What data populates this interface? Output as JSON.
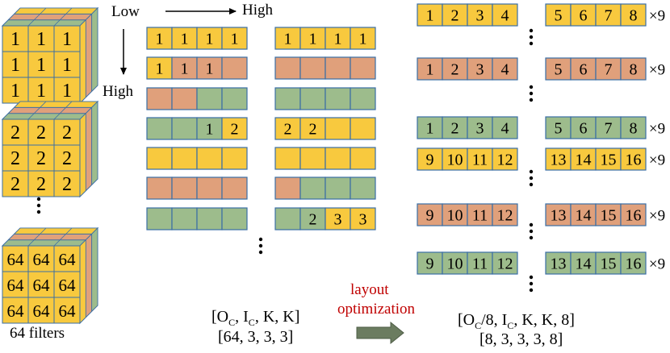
{
  "colors": {
    "yellow": "#f8c93e",
    "orange": "#e0a07b",
    "green": "#9dbc8c",
    "border": "#3a6ea5",
    "arrow": "#6b7c60",
    "red_text": "#c00000"
  },
  "labels": {
    "low": "Low",
    "high_right": "High",
    "high_down": "High",
    "filters": "64 filters",
    "layout_line1": "layout",
    "layout_line2": "optimization",
    "times9": "×9"
  },
  "cubes": [
    {
      "value": "1"
    },
    {
      "value": "2"
    },
    {
      "value": "64"
    }
  ],
  "middle_rows": [
    {
      "cells": [
        [
          "yellow",
          "1"
        ],
        [
          "yellow",
          "1"
        ],
        [
          "yellow",
          "1"
        ],
        [
          "yellow",
          "1"
        ],
        [
          "yellow",
          "1"
        ],
        [
          "yellow",
          "1"
        ],
        [
          "yellow",
          "1"
        ],
        [
          "yellow",
          "1"
        ]
      ]
    },
    {
      "cells": [
        [
          "yellow",
          "1"
        ],
        [
          "orange",
          "1"
        ],
        [
          "orange",
          "1"
        ],
        [
          "orange",
          ""
        ],
        [
          "orange",
          ""
        ],
        [
          "orange",
          ""
        ],
        [
          "orange",
          ""
        ],
        [
          "orange",
          ""
        ]
      ]
    },
    {
      "cells": [
        [
          "orange",
          ""
        ],
        [
          "orange",
          ""
        ],
        [
          "green",
          ""
        ],
        [
          "green",
          ""
        ],
        [
          "green",
          ""
        ],
        [
          "green",
          ""
        ],
        [
          "green",
          ""
        ],
        [
          "green",
          ""
        ]
      ]
    },
    {
      "cells": [
        [
          "green",
          ""
        ],
        [
          "green",
          ""
        ],
        [
          "green",
          "1"
        ],
        [
          "yellow",
          "2"
        ],
        [
          "yellow",
          "2"
        ],
        [
          "yellow",
          "2"
        ],
        [
          "yellow",
          ""
        ],
        [
          "yellow",
          ""
        ]
      ]
    },
    {
      "cells": [
        [
          "yellow",
          ""
        ],
        [
          "yellow",
          ""
        ],
        [
          "yellow",
          ""
        ],
        [
          "yellow",
          ""
        ],
        [
          "yellow",
          ""
        ],
        [
          "yellow",
          ""
        ],
        [
          "yellow",
          ""
        ],
        [
          "yellow",
          ""
        ]
      ]
    },
    {
      "cells": [
        [
          "orange",
          ""
        ],
        [
          "orange",
          ""
        ],
        [
          "orange",
          ""
        ],
        [
          "orange",
          ""
        ],
        [
          "orange",
          ""
        ],
        [
          "green",
          ""
        ],
        [
          "green",
          ""
        ],
        [
          "green",
          ""
        ]
      ]
    },
    {
      "cells": [
        [
          "green",
          ""
        ],
        [
          "green",
          ""
        ],
        [
          "green",
          ""
        ],
        [
          "green",
          ""
        ],
        [
          "green",
          ""
        ],
        [
          "green",
          "2"
        ],
        [
          "yellow",
          "3"
        ],
        [
          "yellow",
          "3"
        ]
      ]
    }
  ],
  "right_rows": [
    {
      "color": "yellow",
      "left": [
        "1",
        "2",
        "3",
        "4"
      ],
      "right": [
        "5",
        "6",
        "7",
        "8"
      ]
    },
    {
      "color": "orange",
      "left": [
        "1",
        "2",
        "3",
        "4"
      ],
      "right": [
        "5",
        "6",
        "7",
        "8"
      ]
    },
    {
      "color": "green",
      "left": [
        "1",
        "2",
        "3",
        "4"
      ],
      "right": [
        "5",
        "6",
        "7",
        "8"
      ]
    },
    {
      "color": "yellow",
      "left": [
        "9",
        "10",
        "11",
        "12"
      ],
      "right": [
        "13",
        "14",
        "15",
        "16"
      ]
    },
    {
      "color": "orange",
      "left": [
        "9",
        "10",
        "11",
        "12"
      ],
      "right": [
        "13",
        "14",
        "15",
        "16"
      ]
    },
    {
      "color": "green",
      "left": [
        "9",
        "10",
        "11",
        "12"
      ],
      "right": [
        "13",
        "14",
        "15",
        "16"
      ]
    }
  ],
  "shape_before": {
    "line1_pre": "[O",
    "line1_sub": "C",
    "line1_post": ", I",
    "line1_sub2": "C",
    "line1_end": ", K, K]",
    "line2": "[64, 3, 3, 3]"
  },
  "shape_after": {
    "line1_pre": "[O",
    "line1_sub": "C",
    "line1_post": "/8, I",
    "line1_sub2": "C",
    "line1_end": ", K, K, 8]",
    "line2": "[8, 3, 3, 3, 8]"
  }
}
